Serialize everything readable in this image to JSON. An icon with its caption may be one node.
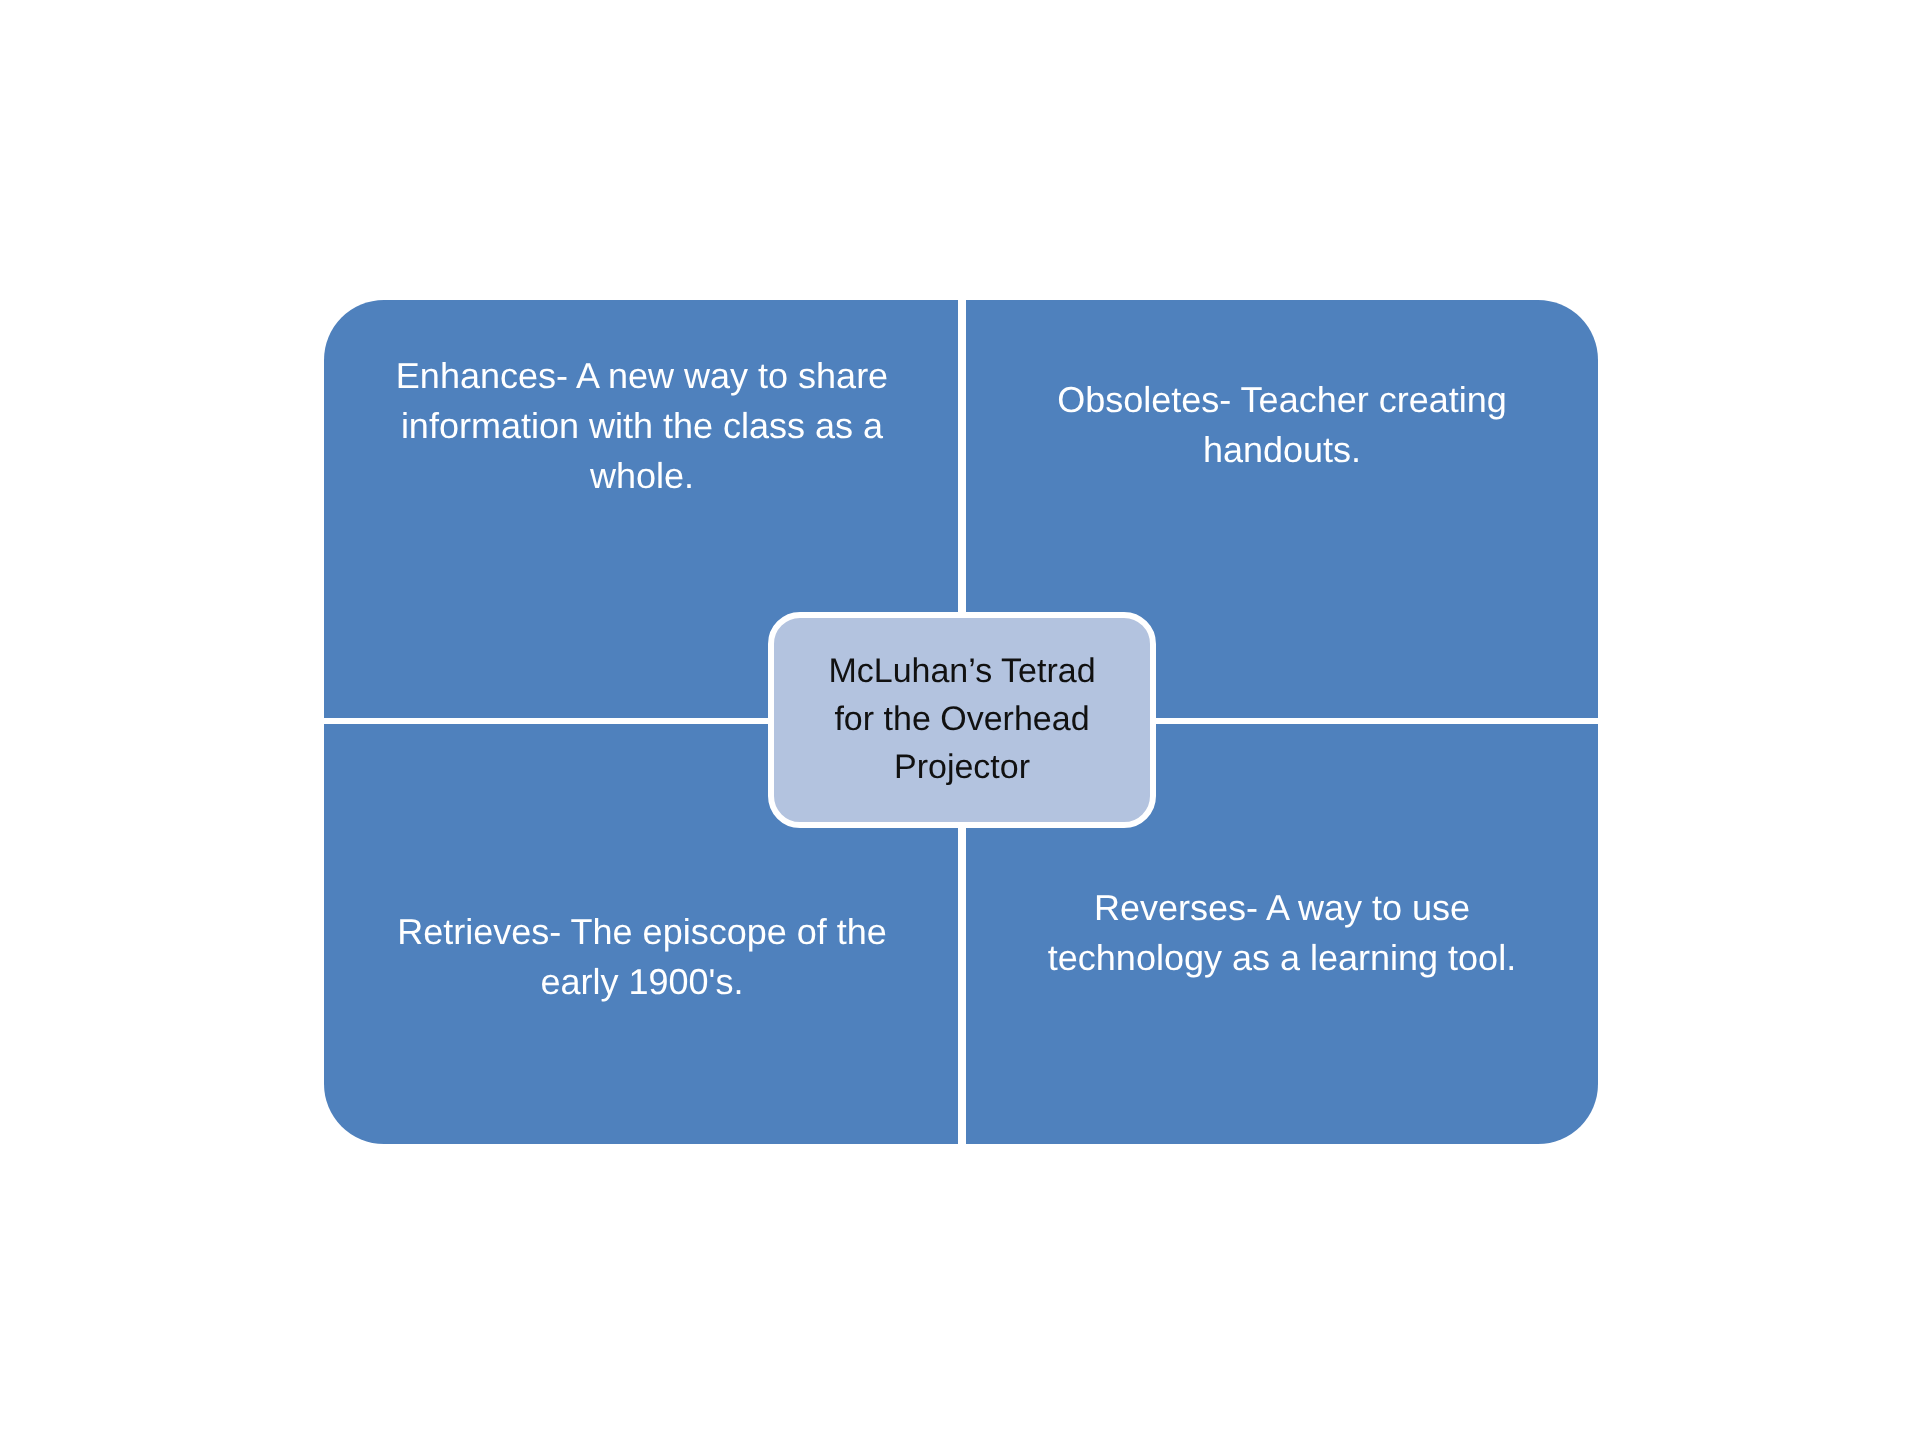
{
  "diagram": {
    "nodes": [
      {
        "text": [
          "Enhances- A new way to share information with the class as a whole."
        ]
      },
      {
        "text": [
          "Obsoletes- Teacher creating handouts."
        ]
      },
      {
        "text": [
          "McLuhan’s Tetrad for the Overhead Projector"
        ]
      },
      {
        "text": [
          "Retrieves- The episcope of the early 1900's."
        ]
      },
      {
        "text": [
          "Reverses- A way to use technology as a learning tool."
        ]
      }
    ]
  }
}
